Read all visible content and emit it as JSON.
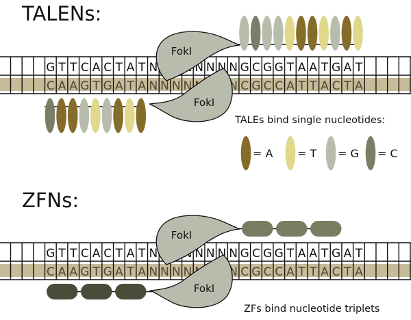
{
  "colors": {
    "A": "#866c2a",
    "T": "#e0d88a",
    "G": "#b8bcad",
    "C": "#7a7e66",
    "fokI": "#b8bcad",
    "tan_band": "#c8bb99",
    "zf_top": "#7a7b63",
    "zf_bottom": "#4a4c3a"
  },
  "talens": {
    "title": "TALENs:",
    "top_strand": [
      "G",
      "T",
      "T",
      "C",
      "A",
      "C",
      "T",
      "A",
      "T",
      "N",
      "N",
      "N",
      "N",
      "N",
      "N",
      "N",
      "N",
      "G",
      "C",
      "G",
      "G",
      "T",
      "A",
      "A",
      "T",
      "G",
      "A",
      "T"
    ],
    "bottom_strand": [
      "C",
      "A",
      "A",
      "G",
      "T",
      "G",
      "A",
      "T",
      "A",
      "N",
      "N",
      "N",
      "N",
      "N",
      "N",
      "N",
      "N",
      "C",
      "G",
      "C",
      "C",
      "A",
      "T",
      "T",
      "A",
      "C",
      "T",
      "A"
    ],
    "fokI_top_label": "FokI",
    "fokI_bottom_label": "FokI",
    "tale_top_repeats": [
      "G",
      "C",
      "G",
      "G",
      "T",
      "A",
      "A",
      "T",
      "G",
      "A",
      "T"
    ],
    "tale_bottom_repeats": [
      "C",
      "A",
      "A",
      "G",
      "T",
      "G",
      "A",
      "T",
      "A"
    ],
    "caption": "TALEs bind single nucleotides:",
    "legend": [
      {
        "base": "A",
        "label": "= A"
      },
      {
        "base": "T",
        "label": "= T"
      },
      {
        "base": "G",
        "label": "= G"
      },
      {
        "base": "C",
        "label": "= C"
      }
    ]
  },
  "zfns": {
    "title": "ZFNs:",
    "top_strand": [
      "G",
      "T",
      "T",
      "C",
      "A",
      "C",
      "T",
      "A",
      "T",
      "N",
      "N",
      "N",
      "N",
      "N",
      "N",
      "N",
      "N",
      "G",
      "C",
      "G",
      "G",
      "T",
      "A",
      "A",
      "T",
      "G",
      "A",
      "T"
    ],
    "bottom_strand": [
      "C",
      "A",
      "A",
      "G",
      "T",
      "G",
      "A",
      "T",
      "A",
      "N",
      "N",
      "N",
      "N",
      "N",
      "N",
      "N",
      "N",
      "C",
      "G",
      "C",
      "C",
      "A",
      "T",
      "T",
      "A",
      "C",
      "T",
      "A"
    ],
    "fokI_top_label": "FokI",
    "fokI_bottom_label": "FokI",
    "zf_top_count": 3,
    "zf_bottom_count": 3,
    "caption": "ZFs bind nucleotide triplets"
  }
}
